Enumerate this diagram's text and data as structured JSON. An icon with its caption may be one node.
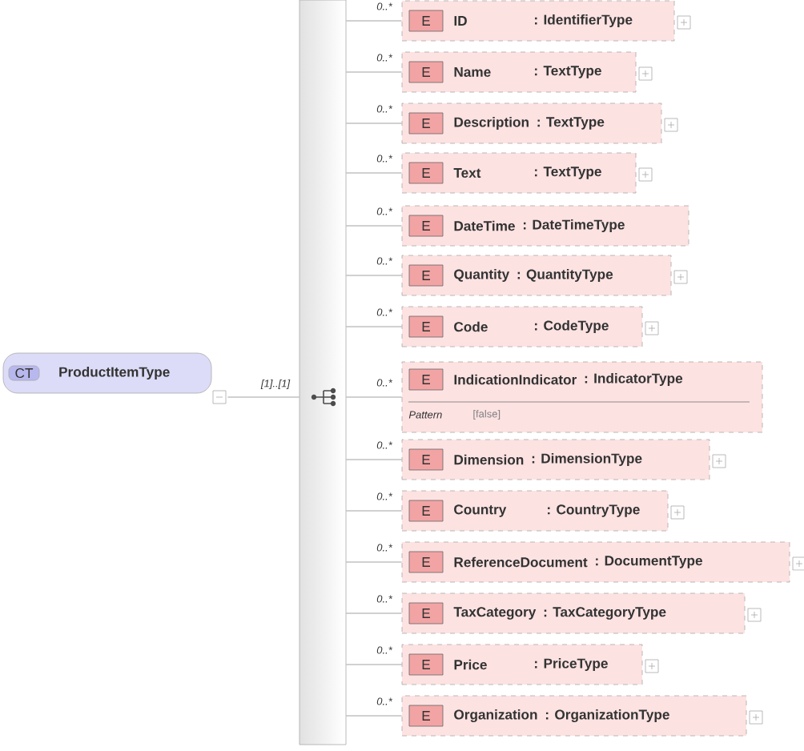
{
  "diagram": {
    "nodes": [
      {
        "text": [
          "CT",
          "ProductItemType"
        ]
      },
      {
        "text": [],
        "shape": "bar"
      },
      {
        "text": [
          "E",
          "ID",
          ": IdentifierType"
        ]
      },
      {
        "text": [
          "E",
          "Name",
          ": TextType"
        ]
      },
      {
        "text": [
          "E",
          "Description",
          ": TextType"
        ]
      },
      {
        "text": [
          "E",
          "Text",
          ": TextType"
        ]
      },
      {
        "text": [
          "E",
          "DateTime",
          ": DateTimeType"
        ]
      },
      {
        "text": [
          "E",
          "Quantity",
          ": QuantityType"
        ]
      },
      {
        "text": [
          "E",
          "Code",
          ": CodeType"
        ]
      },
      {
        "text": [
          "E",
          "IndicationIndicator",
          ": IndicatorType",
          "Pattern",
          "[false]"
        ]
      },
      {
        "text": [
          "E",
          "Dimension",
          ": DimensionType"
        ]
      },
      {
        "text": [
          "E",
          "Country",
          ": CountryType"
        ]
      },
      {
        "text": [
          "E",
          "ReferenceDocument",
          ": DocumentType"
        ]
      },
      {
        "text": [
          "E",
          "TaxCategory",
          ": TaxCategoryType"
        ]
      },
      {
        "text": [
          "E",
          "Price",
          ": PriceType"
        ]
      },
      {
        "text": [
          "E",
          "Organization",
          ": OrganizationType"
        ]
      }
    ],
    "edges": [
      {
        "from": 0,
        "to": 1,
        "arrow": "none",
        "label": "[1]..[1]"
      },
      {
        "from": 1,
        "to": 2,
        "arrow": "none",
        "label": "0..*"
      },
      {
        "from": 1,
        "to": 3,
        "arrow": "none",
        "label": "0..*"
      },
      {
        "from": 1,
        "to": 4,
        "arrow": "none",
        "label": "0..*"
      },
      {
        "from": 1,
        "to": 5,
        "arrow": "none",
        "label": "0..*"
      },
      {
        "from": 1,
        "to": 6,
        "arrow": "none",
        "label": "0..*"
      },
      {
        "from": 1,
        "to": 7,
        "arrow": "none",
        "label": "0..*"
      },
      {
        "from": 1,
        "to": 8,
        "arrow": "none",
        "label": "0..*"
      },
      {
        "from": 1,
        "to": 9,
        "arrow": "none",
        "label": "0..*"
      },
      {
        "from": 1,
        "to": 10,
        "arrow": "none",
        "label": "0..*"
      },
      {
        "from": 1,
        "to": 11,
        "arrow": "none",
        "label": "0..*"
      },
      {
        "from": 1,
        "to": 12,
        "arrow": "none",
        "label": "0..*"
      },
      {
        "from": 1,
        "to": 13,
        "arrow": "none",
        "label": "0..*"
      },
      {
        "from": 1,
        "to": 14,
        "arrow": "none",
        "label": "0..*"
      },
      {
        "from": 1,
        "to": 15,
        "arrow": "none",
        "label": "0..*"
      }
    ]
  }
}
